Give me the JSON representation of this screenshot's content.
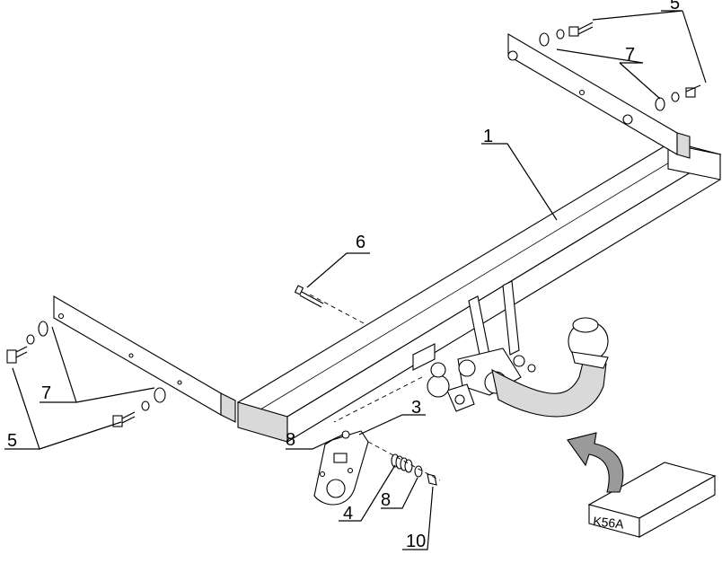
{
  "callouts": [
    {
      "id": "c1",
      "text": "1"
    },
    {
      "id": "c3",
      "text": "3"
    },
    {
      "id": "c4",
      "text": "4"
    },
    {
      "id": "c5a",
      "text": "5"
    },
    {
      "id": "c5b",
      "text": "5"
    },
    {
      "id": "c6",
      "text": "6"
    },
    {
      "id": "c7a",
      "text": "7"
    },
    {
      "id": "c7b",
      "text": "7"
    },
    {
      "id": "c8a",
      "text": "8"
    },
    {
      "id": "c8b",
      "text": "8"
    },
    {
      "id": "c10",
      "text": "10"
    }
  ],
  "kit_box": {
    "label": "K56A"
  }
}
